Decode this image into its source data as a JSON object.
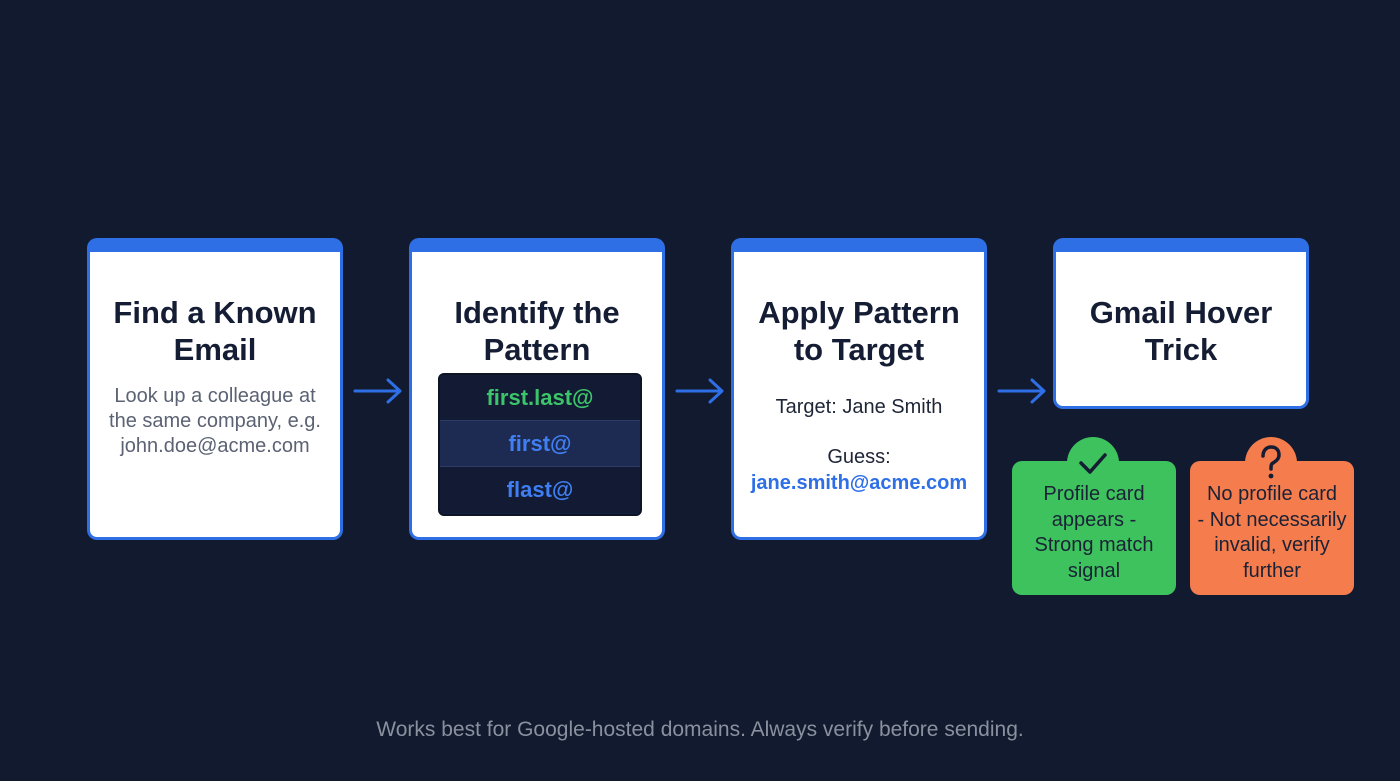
{
  "steps": [
    {
      "title": "Find a Known\nEmail",
      "body": "Look up a colleague at\nthe same company, e.g.\njohn.doe@acme.com"
    },
    {
      "title": "Identify the\nPattern",
      "patterns": [
        "first.last@",
        "first@",
        "flast@"
      ]
    },
    {
      "title": "Apply Pattern\nto Target",
      "target": "Target: Jane Smith",
      "guess_label": "Guess:",
      "guess_value": "jane.smith@acme.com"
    },
    {
      "title": "Gmail Hover\nTrick"
    }
  ],
  "outcomes": [
    {
      "icon": "check-icon",
      "text": "Profile card\nappears -\nStrong match\nsignal",
      "color": "#3dc25e"
    },
    {
      "icon": "question-mark-icon",
      "text": "No profile card\n- Not necessarily\ninvalid, verify\nfurther",
      "color": "#f47c4d"
    }
  ],
  "footer": "Works best for Google-hosted domains. Always verify before sending.",
  "colors": {
    "background": "#111a2e",
    "accent": "#2f6fe6",
    "pattern_green": "#3cc46a"
  }
}
